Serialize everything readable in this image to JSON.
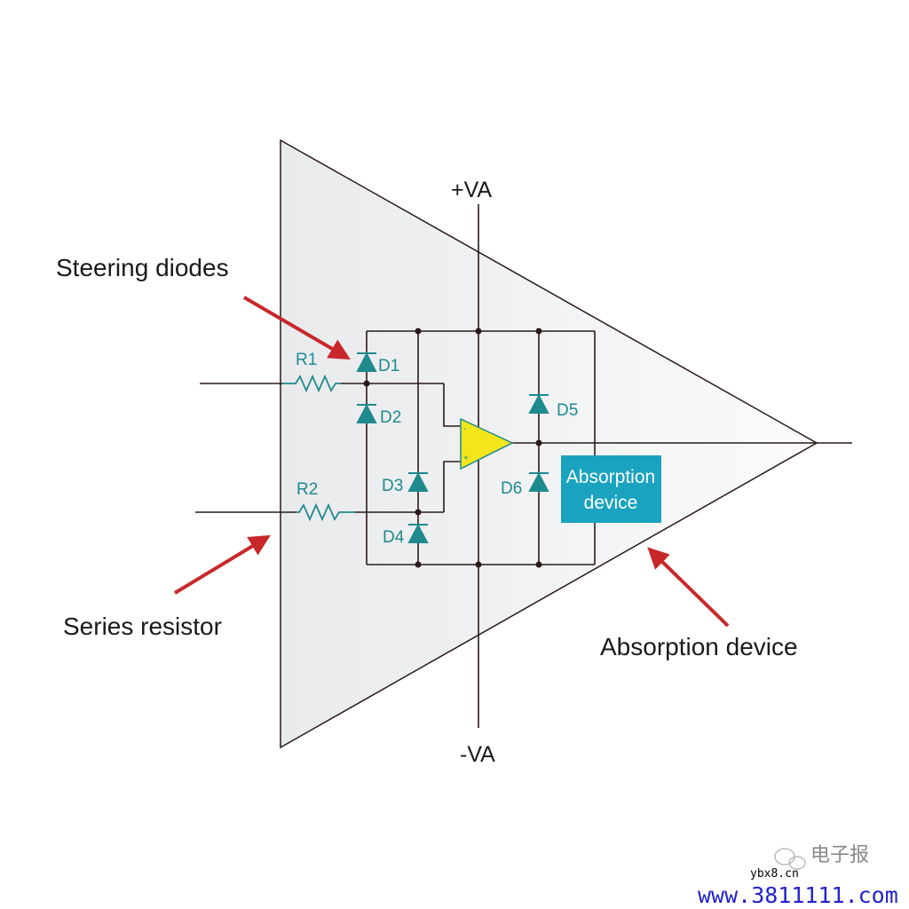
{
  "labels": {
    "pos_supply": "+VA",
    "neg_supply": "-VA",
    "steering_diodes": "Steering diodes",
    "series_resistor": "Series resistor",
    "absorption_device_callout": "Absorption device",
    "absorption_box_line1": "Absorption",
    "absorption_box_line2": "device"
  },
  "components": {
    "r1": "R1",
    "r2": "R2",
    "d1": "D1",
    "d2": "D2",
    "d3": "D3",
    "d4": "D4",
    "d5": "D5",
    "d6": "D6",
    "opamp_minus": "-",
    "opamp_plus": "+"
  },
  "watermark": {
    "brand": "电子报",
    "site_small": "ybx8.cn",
    "site_large": "www.3811111.com"
  },
  "colors": {
    "wire": "#2a1a1a",
    "component": "#1f8a8e",
    "arrow": "#c8282a",
    "opamp": "#f2e61a",
    "absorption": "#1aa3bf",
    "triangle_fill": "#f0f1f2"
  }
}
